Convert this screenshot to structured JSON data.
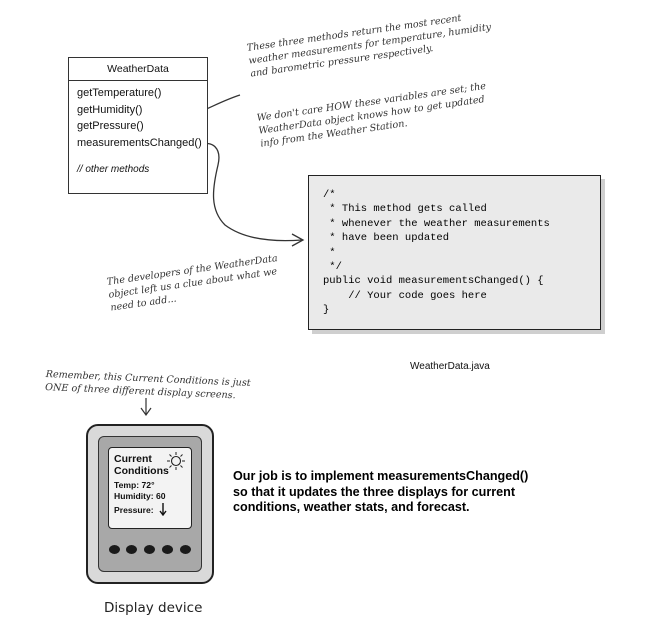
{
  "uml": {
    "class_name": "WeatherData",
    "methods": [
      "getTemperature()",
      "getHumidity()",
      "getPressure()",
      "measurementsChanged()"
    ],
    "other": "// other methods"
  },
  "notes": {
    "getters": [
      "These three methods return the most recent",
      "weather measurements for temperature, humidity",
      "and barometric pressure respectively."
    ],
    "how": [
      "We don't care HOW these variables are set; the",
      "WeatherData object knows how to get updated",
      "info from the Weather Station."
    ],
    "clue": [
      "The developers of the WeatherData",
      "object left us a clue about what we",
      "need to add..."
    ],
    "remember": [
      "Remember, this Current Conditions is just",
      "ONE of three different display screens."
    ]
  },
  "code": {
    "lines": [
      "/*",
      " * This method gets called",
      " * whenever the weather measurements",
      " * have been updated",
      " *",
      " */",
      "public void measurementsChanged() {",
      "    // Your code goes here",
      "}"
    ],
    "caption": "WeatherData.java"
  },
  "device": {
    "title1": "Current",
    "title2": "Conditions",
    "temp": "Temp: 72°",
    "humidity": "Humidity: 60",
    "pressure": "Pressure:",
    "caption": "Display device"
  },
  "job": [
    "Our job is to implement measurementsChanged()",
    "so that it updates the three displays for current",
    "conditions, weather stats, and forecast."
  ],
  "icons": {
    "sun": "sun-icon",
    "pressure_arrow": "down-arrow-icon"
  }
}
